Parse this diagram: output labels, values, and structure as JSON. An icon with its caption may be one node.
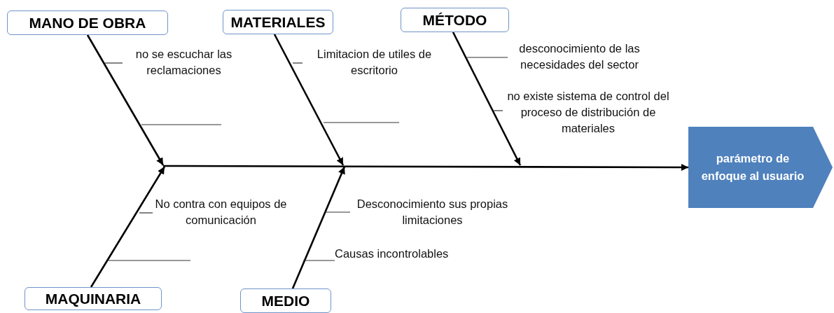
{
  "diagram": {
    "nodes": [
      {
        "text": [
          "MANO DE OBRA"
        ]
      },
      {
        "text": [
          "MATERIALES"
        ]
      },
      {
        "text": [
          "MÉTODO"
        ]
      },
      {
        "text": [
          "parámetro de enfoque al usuario"
        ]
      },
      {
        "text": [
          "MAQUINARIA"
        ]
      },
      {
        "text": [
          "MEDIO"
        ]
      },
      {
        "text": [
          "no se escuchar las reclamaciones"
        ]
      },
      {
        "text": [
          "Limitacion de utiles de escritorio"
        ]
      },
      {
        "text": [
          "desconocimiento de las necesidades del sector"
        ]
      },
      {
        "text": [
          "no existe sistema de control del proceso de distribución de materiales"
        ]
      },
      {
        "text": [
          "No contra con equipos de comunicación"
        ]
      },
      {
        "text": [
          "Desconocimiento sus propias limitaciones"
        ]
      },
      {
        "text": [
          "Causas incontrolables"
        ]
      }
    ],
    "edges": [
      {
        "from": null,
        "to": 3,
        "arrow": "to"
      },
      {
        "from": 0,
        "to": null,
        "arrow": "to"
      },
      {
        "from": 1,
        "to": null,
        "arrow": "to"
      },
      {
        "from": 2,
        "to": null,
        "arrow": "to"
      },
      {
        "from": 4,
        "to": null,
        "arrow": "to"
      },
      {
        "from": 5,
        "to": null,
        "arrow": "to"
      },
      {
        "from": 6,
        "to": null,
        "arrow": "none"
      },
      {
        "from": 7,
        "to": null,
        "arrow": "none"
      },
      {
        "from": 8,
        "to": null,
        "arrow": "none"
      },
      {
        "from": 9,
        "to": null,
        "arrow": "none"
      },
      {
        "from": 10,
        "to": null,
        "arrow": "none"
      },
      {
        "from": 11,
        "to": null,
        "arrow": "none"
      },
      {
        "from": 12,
        "to": null,
        "arrow": "none"
      }
    ]
  }
}
